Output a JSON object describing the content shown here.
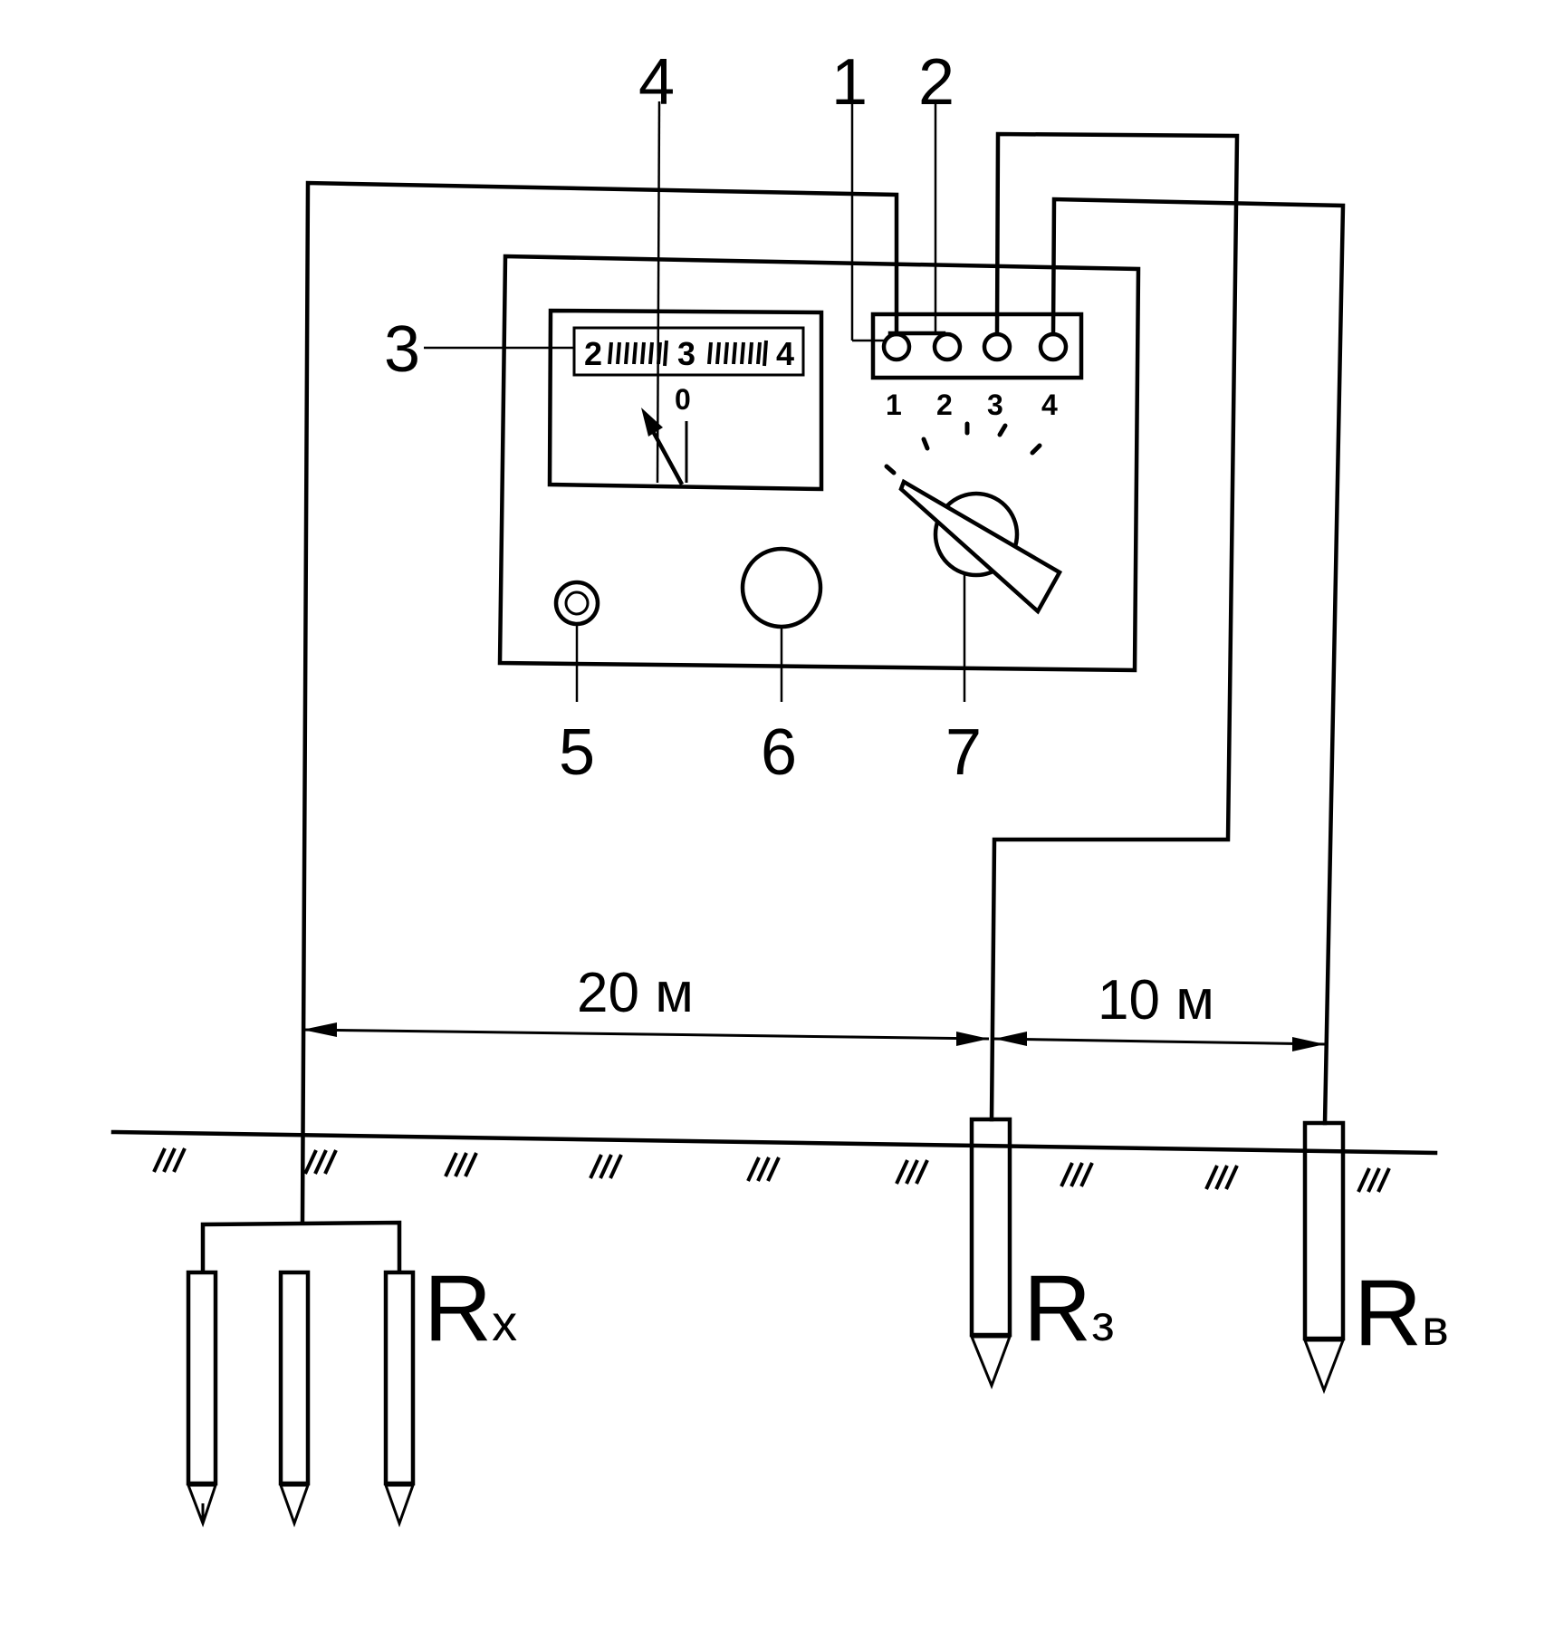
{
  "callouts": {
    "c1": "1",
    "c2": "2",
    "c3": "3",
    "c4": "4",
    "c5": "5",
    "c6": "6",
    "c7": "7"
  },
  "meter": {
    "scale_left": "2",
    "scale_mid": "3",
    "scale_right": "4",
    "zero": "0"
  },
  "terminals": [
    "1",
    "2",
    "3",
    "4"
  ],
  "dimensions": {
    "d1": "20 м",
    "d2": "10 м"
  },
  "electrodes": {
    "rx_main": "R",
    "rx_sub": "x",
    "rz_main": "R",
    "rz_sub": "з",
    "rv_main": "R",
    "rv_sub": "в"
  }
}
